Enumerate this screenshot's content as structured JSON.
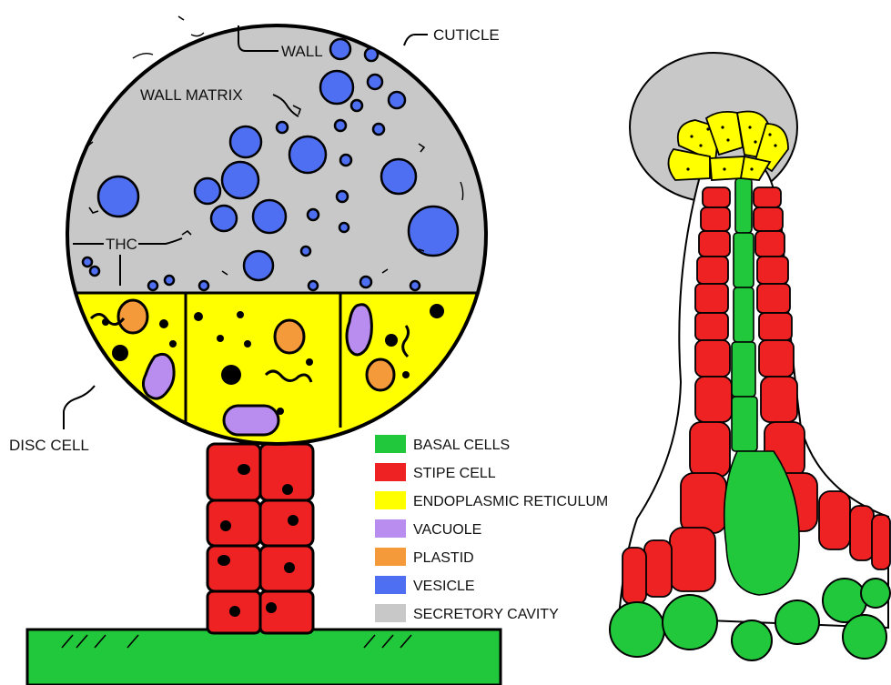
{
  "labels": {
    "cuticle": "CUTICLE",
    "wall": "WALL",
    "wall_matrix": "WALL MATRIX",
    "thc": "THC",
    "disc_cell": "DISC CELL"
  },
  "legend": [
    {
      "label": "BASAL CELLS",
      "color": "#22c83c"
    },
    {
      "label": "STIPE CELL",
      "color": "#ee2222"
    },
    {
      "label": "ENDOPLASMIC RETICULUM",
      "color": "#ffff00"
    },
    {
      "label": "VACUOLE",
      "color": "#b98cf0"
    },
    {
      "label": "PLASTID",
      "color": "#f59a3a"
    },
    {
      "label": "VESICLE",
      "color": "#4f6ff2"
    },
    {
      "label": "SECRETORY CAVITY",
      "color": "#c8c8c8"
    }
  ],
  "colors": {
    "secretory_cavity": "#c8c8c8",
    "disc": "#ffff00",
    "stipe": "#ee2222",
    "basal": "#22c83c",
    "vesicle": "#4f6ff2",
    "vacuole": "#b98cf0",
    "plastid": "#f59a3a",
    "outline": "#000000"
  }
}
